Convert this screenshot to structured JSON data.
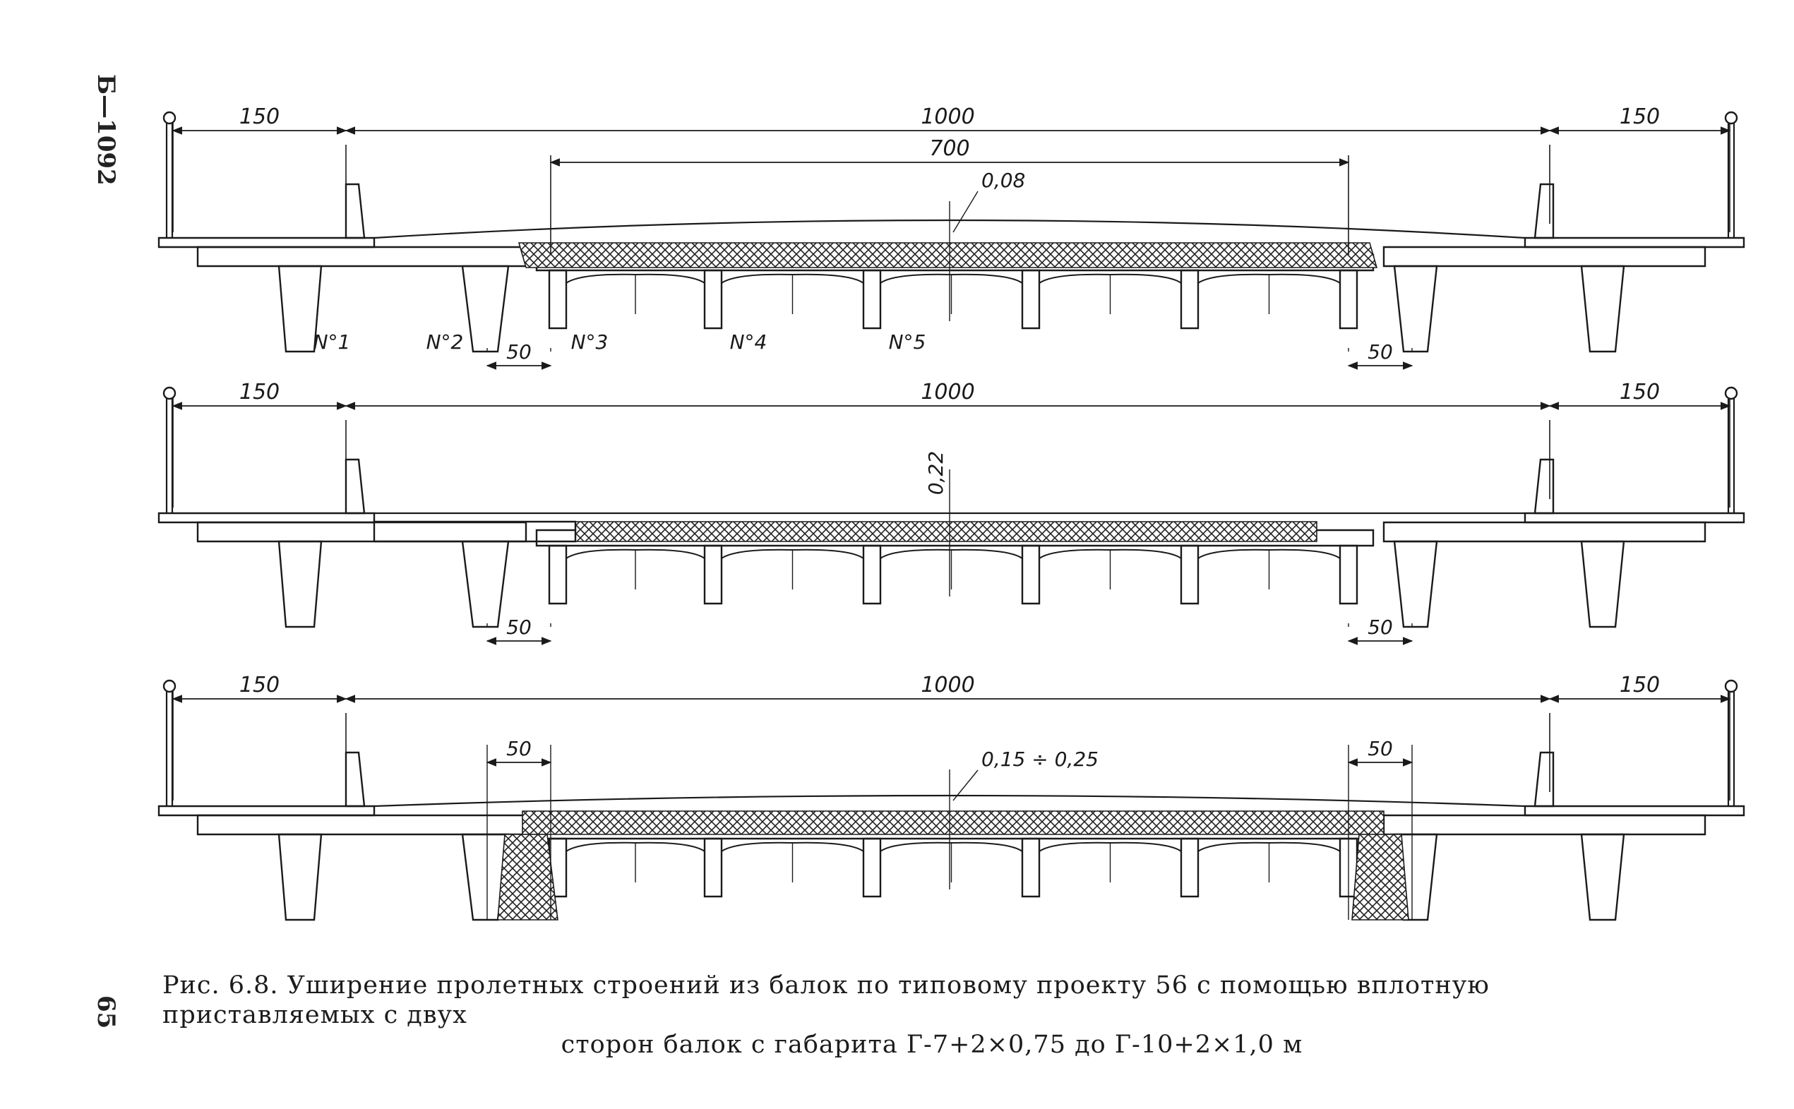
{
  "page_code": "Б—1092",
  "page_number": "65",
  "caption": {
    "line1": "Рис.  6.8.  Уширение  пролетных  строений  из  балок  по  типовому  проекту  56  с  помощью  вплотную  приставляемых  с  двух",
    "line2": "сторон балок с габарита Г-7+2×0,75 до Г-10+2×1,0 м"
  },
  "sections": [
    {
      "id": "section-1",
      "dims": {
        "left_sidewalk": "150",
        "roadway": "1000",
        "inner_roadway": "700",
        "right_sidewalk": "150",
        "gap_left": "50",
        "gap_right": "50"
      },
      "thickness": "0,08",
      "beam_labels": [
        "N°1",
        "N°2",
        "N°3",
        "N°4",
        "N°5"
      ]
    },
    {
      "id": "section-2",
      "dims": {
        "left_sidewalk": "150",
        "roadway": "1000",
        "right_sidewalk": "150",
        "gap_left": "50",
        "gap_right": "50"
      },
      "thickness": "0,22"
    },
    {
      "id": "section-3",
      "dims": {
        "left_sidewalk": "150",
        "roadway": "1000",
        "right_sidewalk": "150",
        "gap_left": "50",
        "gap_right": "50"
      },
      "thickness": "0,15 ÷ 0,25"
    }
  ]
}
